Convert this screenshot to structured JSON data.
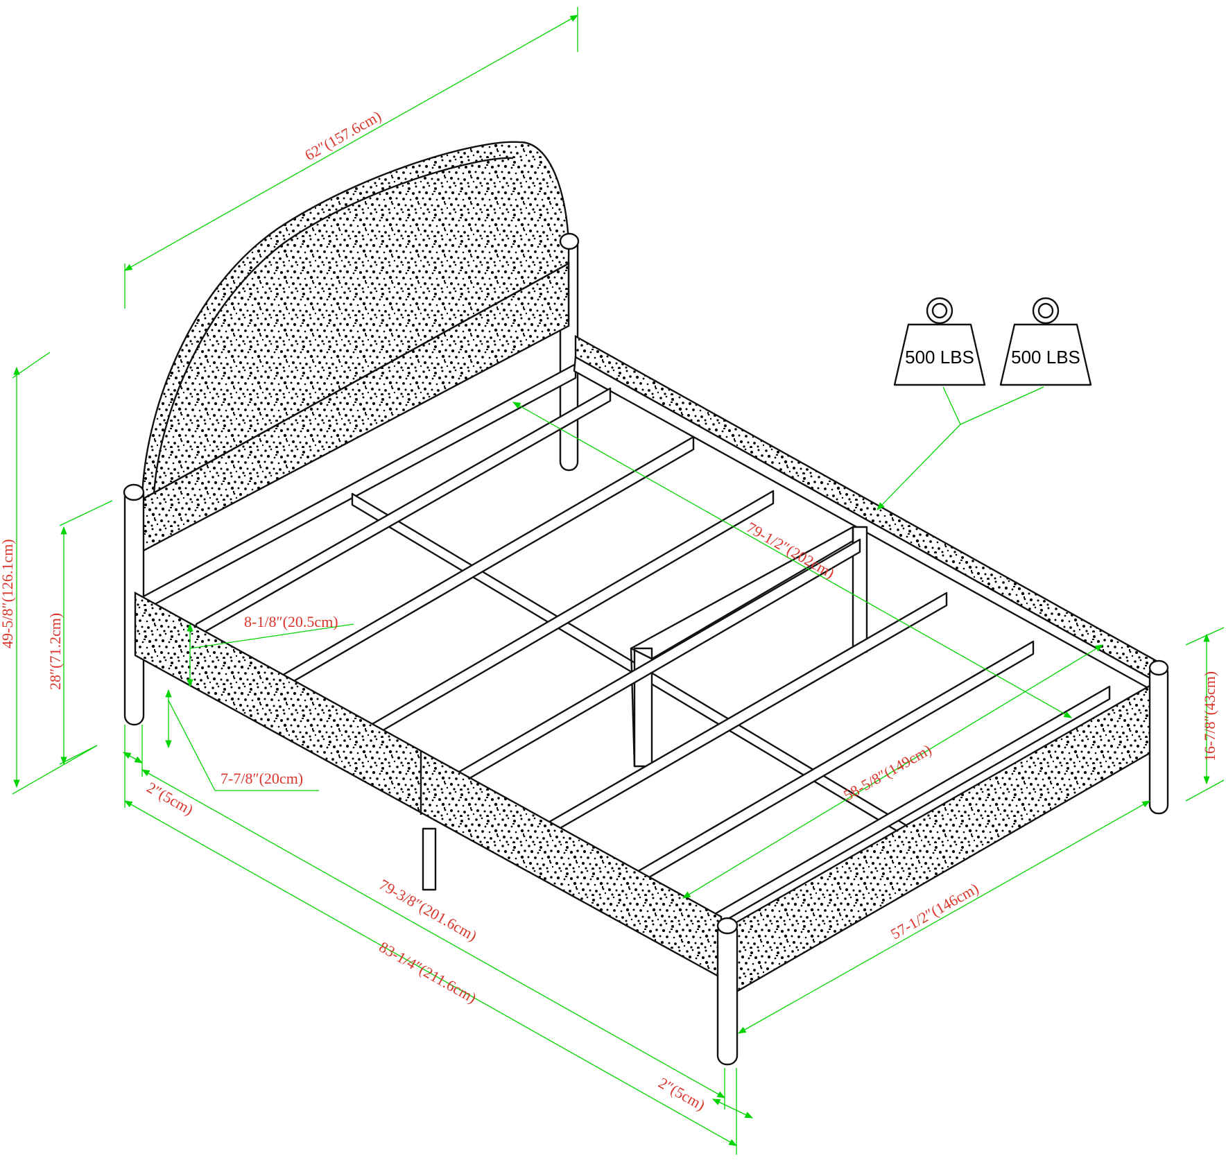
{
  "diagram": {
    "dimensions": {
      "headboard_width": "62″(157.6cm)",
      "total_height": "49-5/8″(126.1cm)",
      "headboard_leg_height": "28″(71.2cm)",
      "side_rail_height": "8-1/8″(20.5cm)",
      "clearance": "7-7/8″(20cm)",
      "leg_left": "2″(5cm)",
      "inner_length": "79-3/8″(201.6cm)",
      "total_length": "83-1/4″(211.6cm)",
      "leg_right": "2″(5cm)",
      "slat_length": "79-1/2″(202cm)",
      "inner_width": "58-5/8″(149cm)",
      "footboard_width": "57-1/2″(146cm)",
      "footboard_height": "16-7/8″(43cm)"
    },
    "weights": [
      "500 LBS",
      "500 LBS"
    ],
    "colors": {
      "dimension_line": "#00d400",
      "dimension_text": "#d9352b",
      "outline": "#111111"
    }
  }
}
